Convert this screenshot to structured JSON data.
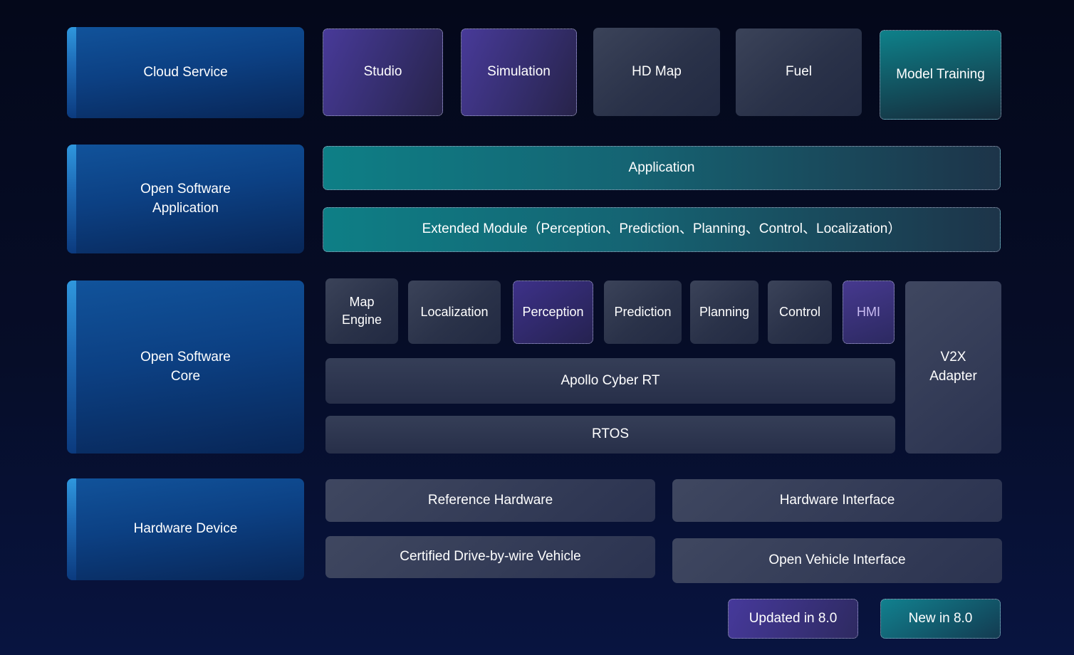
{
  "colors": {
    "background_top": "#04081a",
    "background_bottom": "#081440",
    "category_blue": "#0d4a8c",
    "category_stripe_blue": "#2f93d8",
    "updated_purple": "#453a97",
    "new_teal": "#0f7f88",
    "module_slate": "#323b54",
    "hmi_text": "#c9bcf2",
    "dotted_border": "#a8adc5"
  },
  "cloud": {
    "label": "Cloud Service",
    "items": [
      {
        "label": "Studio",
        "status": "updated"
      },
      {
        "label": "Simulation",
        "status": "updated"
      },
      {
        "label": "HD Map",
        "status": "standard"
      },
      {
        "label": "Fuel",
        "status": "standard"
      },
      {
        "label": "Model Training",
        "status": "new"
      }
    ]
  },
  "software_application": {
    "label": "Open Software Application",
    "application": {
      "label": "Application",
      "status": "new"
    },
    "extended_module": {
      "label": "Extended Module（Perception、Prediction、Planning、Control、Localization）",
      "status": "new"
    }
  },
  "software_core": {
    "label": "Open Software Core",
    "modules": [
      {
        "label": "Map Engine",
        "status": "standard"
      },
      {
        "label": "Localization",
        "status": "standard"
      },
      {
        "label": "Perception",
        "status": "updated"
      },
      {
        "label": "Prediction",
        "status": "standard"
      },
      {
        "label": "Planning",
        "status": "standard"
      },
      {
        "label": "Control",
        "status": "standard"
      },
      {
        "label": "HMI",
        "status": "updated"
      }
    ],
    "v2x_adapter": {
      "label": "V2X Adapter",
      "status": "standard"
    },
    "cyber_rt": {
      "label": "Apollo Cyber RT",
      "status": "standard"
    },
    "rtos": {
      "label": "RTOS",
      "status": "standard"
    }
  },
  "hardware": {
    "label": "Hardware Device",
    "items": [
      {
        "label": "Reference Hardware",
        "status": "standard"
      },
      {
        "label": "Hardware Interface",
        "status": "standard"
      },
      {
        "label": "Certified Drive-by-wire Vehicle",
        "status": "standard"
      },
      {
        "label": "Open Vehicle Interface",
        "status": "standard"
      }
    ]
  },
  "legend": {
    "updated": {
      "label": "Updated in 8.0"
    },
    "new": {
      "label": "New in 8.0"
    }
  }
}
